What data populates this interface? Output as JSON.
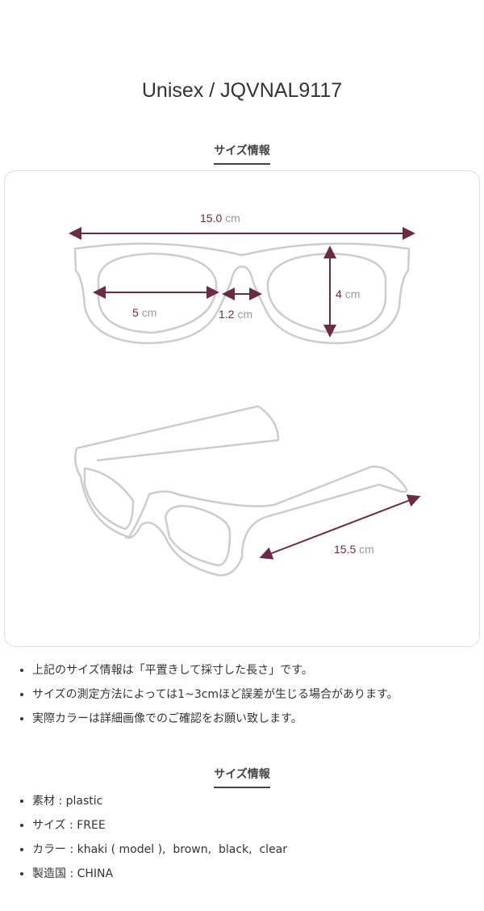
{
  "title": "Unisex / JQVNAL9117",
  "size_heading": "サイズ情報",
  "measurements": {
    "width": "15.0",
    "lens": "5",
    "bridge": "1.2",
    "height": "4",
    "temple": "15.5",
    "unit": "cm"
  },
  "notes": [
    "上記のサイズ情報は「平置きして採寸した長さ」です。",
    "サイズの測定方法によっては1~3cmほど誤差が生じる場合があります。",
    "実際カラーは詳細画像でのご確認をお願い致します。"
  ],
  "info_heading": "サイズ情報",
  "info": [
    "素材 : plastic",
    "サイズ : FREE",
    "カラー : khaki ( model ),  brown,  black,  clear",
    "製造国 : CHINA"
  ],
  "colors": {
    "accent": "#6b2a45",
    "outline": "#cccccc"
  }
}
